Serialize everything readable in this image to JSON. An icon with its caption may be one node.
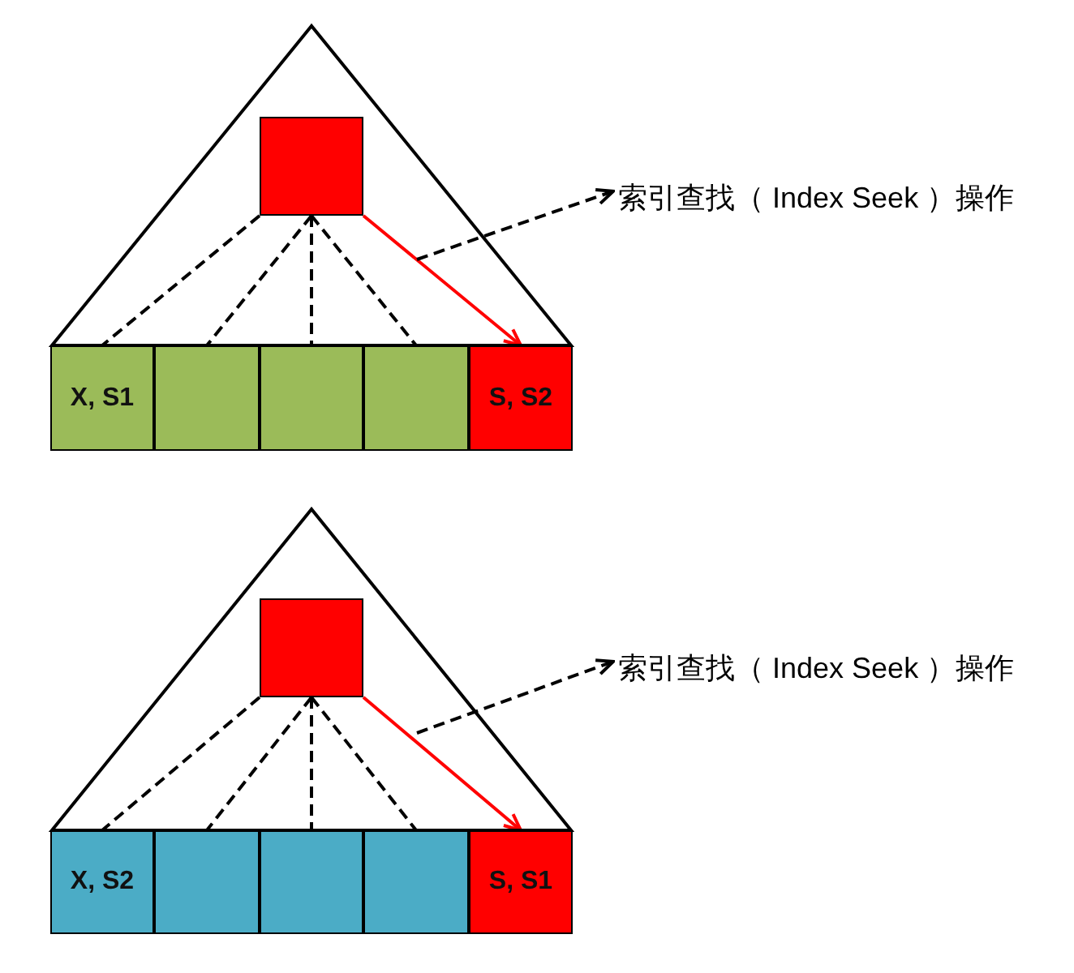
{
  "diagram": {
    "nodes": [
      {
        "text": [],
        "shape": "triangle"
      },
      {
        "text": [],
        "shape": "box",
        "in": 0
      },
      {
        "text": [
          "索引查找（ Index Seek ）操作"
        ]
      },
      {
        "text": [
          "X, S1"
        ]
      },
      {
        "text": [],
        "shape": "box"
      },
      {
        "text": [],
        "shape": "box"
      },
      {
        "text": [],
        "shape": "box"
      },
      {
        "text": [
          "S, S2"
        ]
      },
      {
        "text": [],
        "shape": "triangle"
      },
      {
        "text": [],
        "shape": "box",
        "in": 8
      },
      {
        "text": [
          "索引查找（ Index Seek ）操作"
        ]
      },
      {
        "text": [
          "X, S2"
        ]
      },
      {
        "text": [],
        "shape": "box"
      },
      {
        "text": [],
        "shape": "box"
      },
      {
        "text": [],
        "shape": "box"
      },
      {
        "text": [
          "S, S1"
        ]
      }
    ],
    "edges": [
      {
        "from": 1,
        "to": 3,
        "arrow": "none",
        "style": "dashed"
      },
      {
        "from": 1,
        "to": 4,
        "arrow": "none",
        "style": "dashed"
      },
      {
        "from": 1,
        "to": 5,
        "arrow": "none",
        "style": "dashed"
      },
      {
        "from": 1,
        "to": 6,
        "arrow": "none",
        "style": "dashed"
      },
      {
        "from": 1,
        "to": 7,
        "arrow": "to",
        "color": "#ff0000"
      },
      {
        "from": null,
        "to": 2,
        "arrow": "to",
        "style": "dashed"
      },
      {
        "from": 9,
        "to": 11,
        "arrow": "none",
        "style": "dashed"
      },
      {
        "from": 9,
        "to": 12,
        "arrow": "none",
        "style": "dashed"
      },
      {
        "from": 9,
        "to": 13,
        "arrow": "none",
        "style": "dashed"
      },
      {
        "from": 9,
        "to": 14,
        "arrow": "none",
        "style": "dashed"
      },
      {
        "from": 9,
        "to": 15,
        "arrow": "to",
        "color": "#ff0000"
      },
      {
        "from": null,
        "to": 10,
        "arrow": "to",
        "style": "dashed"
      }
    ]
  }
}
